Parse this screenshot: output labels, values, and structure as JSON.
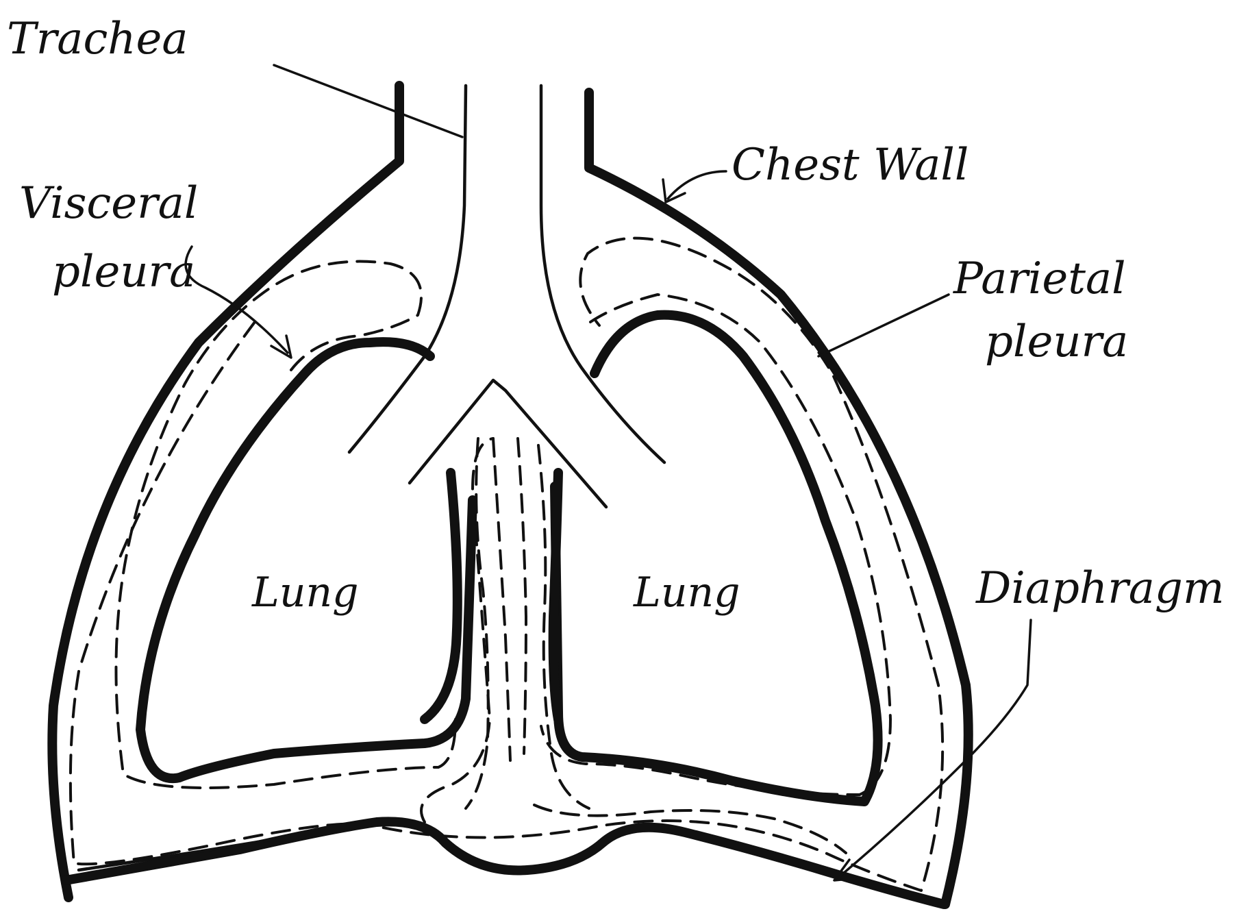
{
  "labels": {
    "trachea": "Trachea",
    "chest_wall": "Chest Wall",
    "visceral_pleura_line1": "Visceral",
    "visceral_pleura_line2": "pleura",
    "parietal_pleura_line1": "Parietal",
    "parietal_pleura_line2": "pleura",
    "lung_left": "Lung",
    "lung_right": "Lung",
    "diaphragm": "Diaphragm"
  },
  "colors": {
    "ink": "#111111",
    "paper": "#ffffff"
  }
}
